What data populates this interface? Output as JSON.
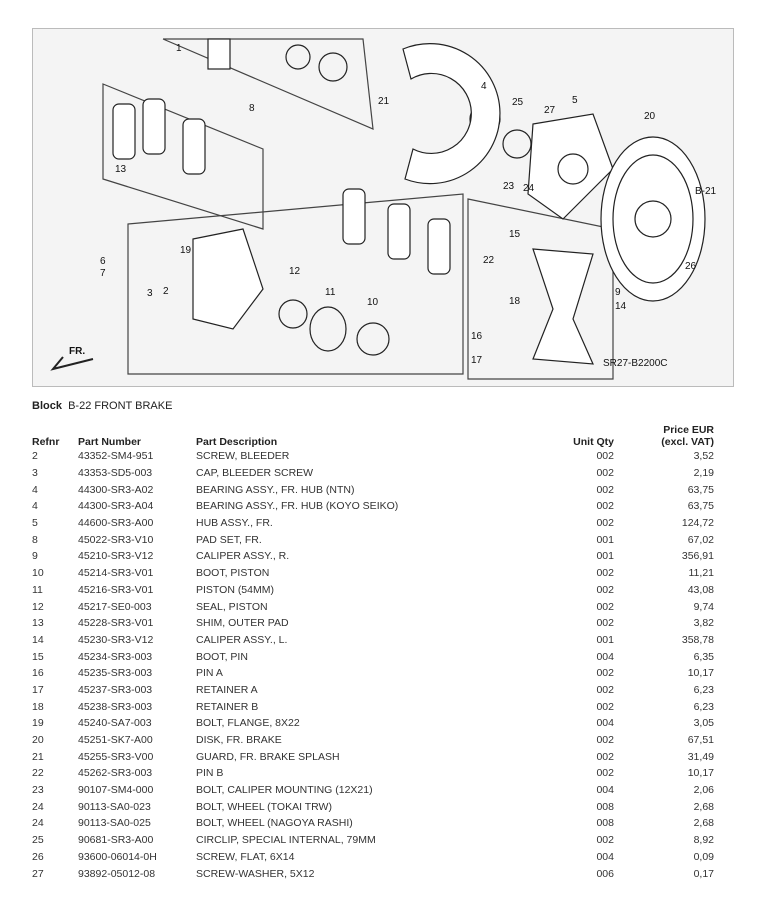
{
  "diagram": {
    "callouts": [
      "1",
      "13",
      "8",
      "21",
      "4",
      "25",
      "27",
      "5",
      "20",
      "23",
      "24",
      "B-21",
      "19",
      "6",
      "7",
      "3",
      "2",
      "12",
      "11",
      "10",
      "22",
      "15",
      "18",
      "16",
      "17",
      "9",
      "14",
      "26"
    ],
    "direction_label": "FR.",
    "drawing_code": "SR27-B2200C"
  },
  "block": {
    "label": "Block",
    "value": "B-22 FRONT BRAKE"
  },
  "table": {
    "headers": {
      "refnr": "Refnr",
      "part_number": "Part Number",
      "description": "Part Description",
      "unit_qty": "Unit Qty",
      "price_line1": "Price EUR",
      "price_line2": "(excl. VAT)"
    },
    "rows": [
      [
        "2",
        "43352-SM4-951",
        "SCREW, BLEEDER",
        "002",
        "3,52"
      ],
      [
        "3",
        "43353-SD5-003",
        "CAP, BLEEDER SCREW",
        "002",
        "2,19"
      ],
      [
        "4",
        "44300-SR3-A02",
        "BEARING ASSY., FR. HUB (NTN)",
        "002",
        "63,75"
      ],
      [
        "4",
        "44300-SR3-A04",
        "BEARING ASSY., FR. HUB (KOYO SEIKO)",
        "002",
        "63,75"
      ],
      [
        "5",
        "44600-SR3-A00",
        "HUB ASSY., FR.",
        "002",
        "124,72"
      ],
      [
        "8",
        "45022-SR3-V10",
        "PAD SET, FR.",
        "001",
        "67,02"
      ],
      [
        "9",
        "45210-SR3-V12",
        "CALIPER ASSY., R.",
        "001",
        "356,91"
      ],
      [
        "10",
        "45214-SR3-V01",
        "BOOT, PISTON",
        "002",
        "11,21"
      ],
      [
        "11",
        "45216-SR3-V01",
        "PISTON (54MM)",
        "002",
        "43,08"
      ],
      [
        "12",
        "45217-SE0-003",
        "SEAL, PISTON",
        "002",
        "9,74"
      ],
      [
        "13",
        "45228-SR3-V01",
        "SHIM, OUTER PAD",
        "002",
        "3,82"
      ],
      [
        "14",
        "45230-SR3-V12",
        "CALIPER ASSY., L.",
        "001",
        "358,78"
      ],
      [
        "15",
        "45234-SR3-003",
        "BOOT, PIN",
        "004",
        "6,35"
      ],
      [
        "16",
        "45235-SR3-003",
        "PIN A",
        "002",
        "10,17"
      ],
      [
        "17",
        "45237-SR3-003",
        "RETAINER A",
        "002",
        "6,23"
      ],
      [
        "18",
        "45238-SR3-003",
        "RETAINER B",
        "002",
        "6,23"
      ],
      [
        "19",
        "45240-SA7-003",
        "BOLT, FLANGE, 8X22",
        "004",
        "3,05"
      ],
      [
        "20",
        "45251-SK7-A00",
        "DISK, FR. BRAKE",
        "002",
        "67,51"
      ],
      [
        "21",
        "45255-SR3-V00",
        "GUARD, FR. BRAKE SPLASH",
        "002",
        "31,49"
      ],
      [
        "22",
        "45262-SR3-003",
        "PIN B",
        "002",
        "10,17"
      ],
      [
        "23",
        "90107-SM4-000",
        "BOLT, CALIPER MOUNTING (12X21)",
        "004",
        "2,06"
      ],
      [
        "24",
        "90113-SA0-023",
        "BOLT, WHEEL (TOKAI TRW)",
        "008",
        "2,68"
      ],
      [
        "24",
        "90113-SA0-025",
        "BOLT, WHEEL (NAGOYA RASHI)",
        "008",
        "2,68"
      ],
      [
        "25",
        "90681-SR3-A00",
        "CIRCLIP, SPECIAL INTERNAL, 79MM",
        "002",
        "8,92"
      ],
      [
        "26",
        "93600-06014-0H",
        "SCREW, FLAT, 6X14",
        "004",
        "0,09"
      ],
      [
        "27",
        "93892-05012-08",
        "SCREW-WASHER, 5X12",
        "006",
        "0,17"
      ]
    ]
  }
}
